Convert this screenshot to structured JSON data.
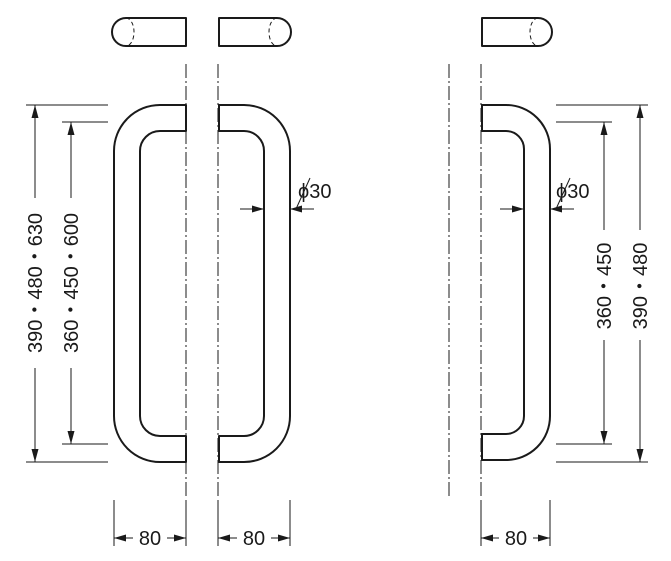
{
  "dimensions": {
    "left_outer_height": "390・480・630",
    "left_inner_height": "360・450・600",
    "right_outer_height": "390・480",
    "right_inner_height": "360・450",
    "diameter_center": "ϕ30",
    "diameter_right": "ϕ30",
    "width_left": "80",
    "width_center": "80",
    "width_right": "80"
  }
}
